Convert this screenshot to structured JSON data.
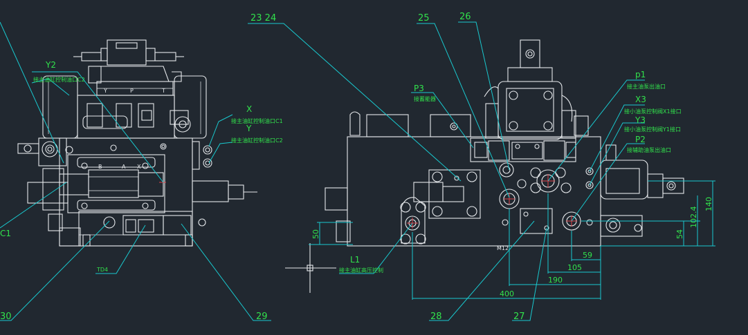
{
  "callouts": {
    "n30": "30",
    "n29": "29",
    "n28": "28",
    "n27": "27",
    "n25": "25",
    "n26": "26",
    "n23_24": "23  24"
  },
  "port_labels": {
    "y2": "Y2",
    "c2_note": "接主油缸控制油口C2",
    "x_left": "X",
    "c1_note": "接主油缸控制油口C1",
    "y_left": "Y",
    "c2_note_right": "接主油缸控制油口C2",
    "c1_edge": "C1",
    "td4": "TD4",
    "p3": "P3",
    "p3_note": "接蓄能器",
    "p1": "p1",
    "p1_note": "接主油泵出油口",
    "x3": "X3",
    "x3_note": "接小油泵控制阀X1接口",
    "y3": "Y3",
    "y3_note": "接小油泵控制阀Y1接口",
    "p2": "P2",
    "p2_note": "接辅助油泵出油口",
    "l1": "L1",
    "l1_note": "接主油缸高压控制",
    "valve_y": "Y",
    "valve_p": "P",
    "valve_t": "T",
    "valve_b": "B",
    "valve_a": "A",
    "valve_x": "X",
    "plate_text": "M12"
  },
  "dimensions": {
    "d59": "59",
    "d105": "105",
    "d190": "190",
    "d400": "400",
    "d50": "50",
    "d54": "54",
    "d102": "102.4",
    "d140": "140"
  },
  "colors": {
    "background": "#212830",
    "linework": "#e6e9ec",
    "leader": "#19c9cf",
    "text": "#31e24c",
    "centerline": "#e0454b"
  }
}
